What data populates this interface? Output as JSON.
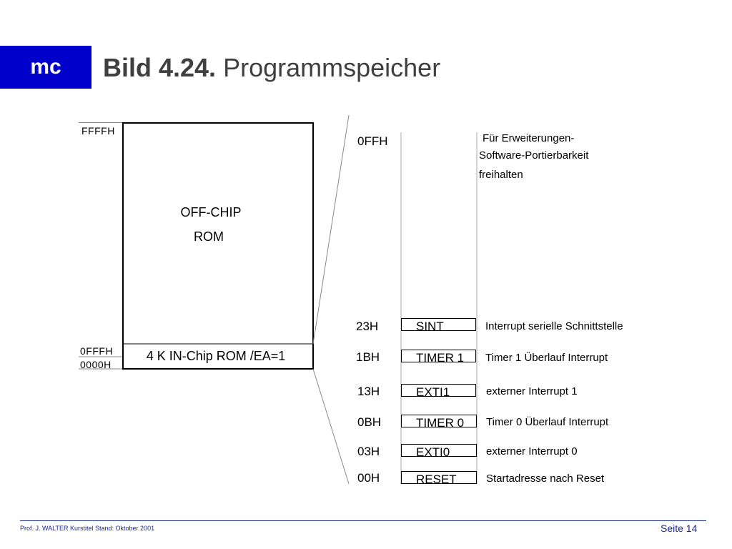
{
  "header": {
    "logo": "mc",
    "title_bold": "Bild 4.24.",
    "title_rest": "Programmspeicher"
  },
  "left_map": {
    "top_addr": "FFFFH",
    "mid_addr": "0FFFH",
    "bottom_addr": "0000H",
    "offchip_line1": "OFF-CHIP",
    "offchip_line2": "ROM",
    "onchip": "4 K IN-Chip ROM /EA=1"
  },
  "right_map": {
    "top_addr": "0FFH",
    "reserved_desc": [
      "Für Erweiterungen-",
      "Software-Portierbarkeit",
      "freihalten"
    ],
    "vectors": [
      {
        "addr": "23H",
        "name": "SINT",
        "desc": "Interrupt serielle Schnittstelle"
      },
      {
        "addr": "1BH",
        "name": "TIMER 1",
        "desc": "Timer 1 Überlauf Interrupt"
      },
      {
        "addr": "13H",
        "name": "EXTI1",
        "desc": "externer Interrupt 1"
      },
      {
        "addr": "0BH",
        "name": "TIMER 0",
        "desc": "Timer 0 Überlauf Interrupt"
      },
      {
        "addr": "03H",
        "name": "EXTI0",
        "desc": "externer Interrupt 0"
      },
      {
        "addr": "00H",
        "name": "RESET",
        "desc": "Startadresse nach Reset"
      }
    ]
  },
  "footer": {
    "left": "Prof. J. WALTER   Kurstitel  Stand: Oktober 2001",
    "right": "Seite 14"
  }
}
